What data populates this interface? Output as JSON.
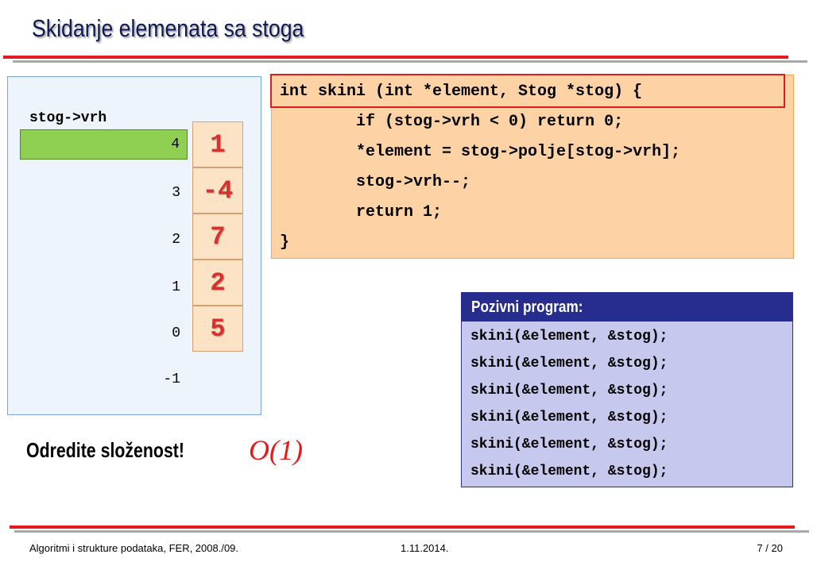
{
  "slide": {
    "title": "Skidanje elemenata sa stoga"
  },
  "stack": {
    "vrh_label": "stog->vrh",
    "vrh_value": "4",
    "indices": [
      "4",
      "3",
      "2",
      "1",
      "0",
      "-1"
    ],
    "cells": [
      "1",
      "-4",
      "7",
      "2",
      "5"
    ]
  },
  "code": {
    "lines": [
      "int skini (int *element, Stog *stog) {",
      "        if (stog->vrh < 0) return 0;",
      "        *element = stog->polje[stog->vrh];",
      "        stog->vrh--;",
      "        return 1;",
      "}"
    ]
  },
  "calls": {
    "header": "Pozivni program:",
    "lines": [
      "skini(&element, &stog);",
      "skini(&element, &stog);",
      "skini(&element, &stog);",
      "skini(&element, &stog);",
      "skini(&element, &stog);",
      "skini(&element, &stog);"
    ]
  },
  "question": {
    "text": "Odredite složenost!",
    "answer": "O(1)"
  },
  "footer": {
    "left": "Algoritmi i strukture podataka, FER, 2008./09.",
    "center": "1.11.2014.",
    "right": "7 / 20"
  },
  "colors": {
    "accent_red": "#e41a1c",
    "title_blue": "#0f1a55",
    "code_bg": "#fdd3a6",
    "call_header": "#262d8f",
    "call_bg": "#c7c8ee",
    "vrh_green": "#8fd052",
    "cell_bg": "#fde3c5"
  }
}
